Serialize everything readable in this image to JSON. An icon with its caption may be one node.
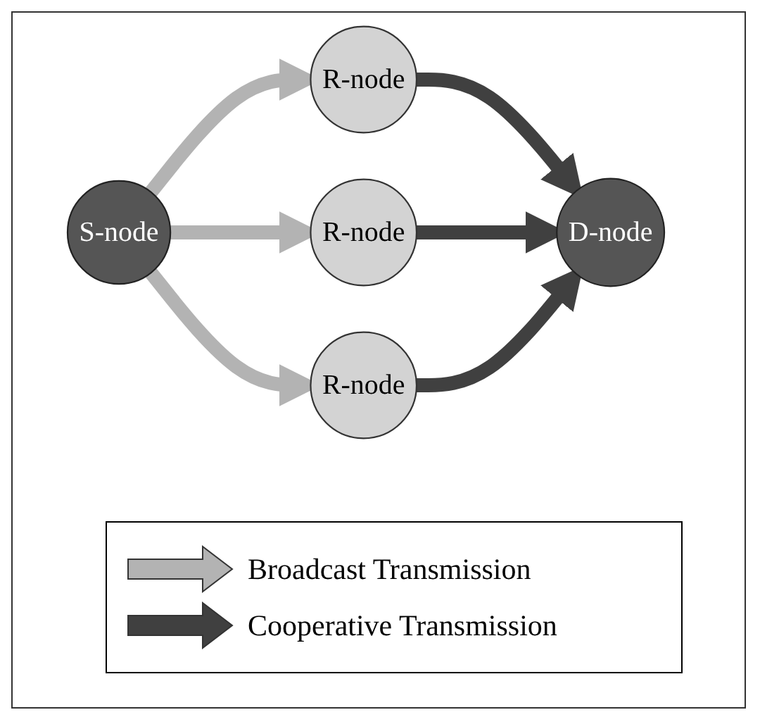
{
  "diagram": {
    "nodes": [
      {
        "text": [
          "S-node"
        ]
      },
      {
        "text": [
          "R-node"
        ]
      },
      {
        "text": [
          "R-node"
        ]
      },
      {
        "text": [
          "R-node"
        ]
      },
      {
        "text": [
          "D-node"
        ]
      }
    ],
    "edges": [
      {
        "from": 0,
        "to": 1,
        "arrow": "to",
        "color": "#b3b3b3"
      },
      {
        "from": 0,
        "to": 2,
        "arrow": "to",
        "color": "#b3b3b3"
      },
      {
        "from": 0,
        "to": 3,
        "arrow": "to",
        "color": "#b3b3b3"
      },
      {
        "from": 1,
        "to": 4,
        "arrow": "to",
        "color": "#404040"
      },
      {
        "from": 2,
        "to": 4,
        "arrow": "to",
        "color": "#404040"
      },
      {
        "from": 3,
        "to": 4,
        "arrow": "to",
        "color": "#404040"
      }
    ],
    "legend": [
      {
        "text": "Broadcast Transmission",
        "color": "#b3b3b3"
      },
      {
        "text": "Cooperative Transmission",
        "color": "#404040"
      }
    ]
  }
}
